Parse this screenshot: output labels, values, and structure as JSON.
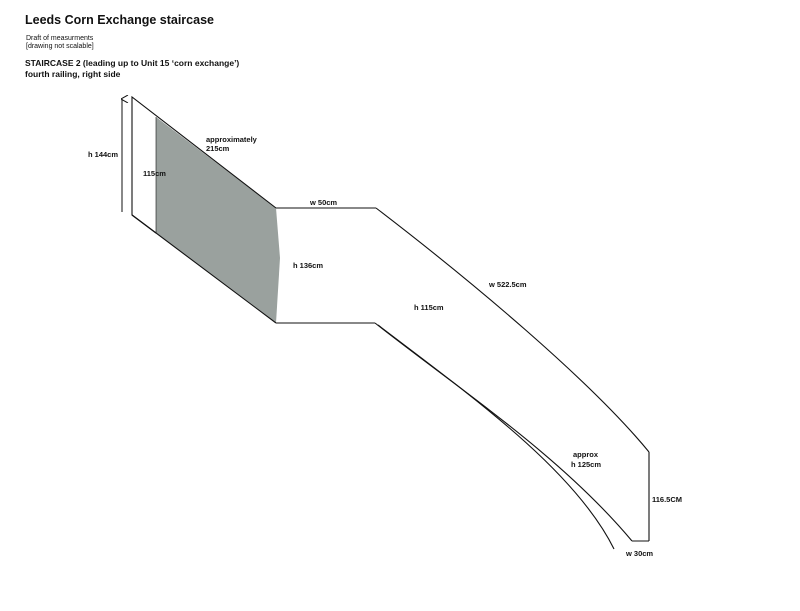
{
  "header": {
    "title": "Leeds Corn Exchange staircase",
    "subtitle_line1": "Draft of measurments",
    "subtitle_line2": "[drawing not scalable]",
    "heading_line1": "STAIRCASE 2 (leading up to Unit 15 ‘corn exchange’)",
    "heading_line2": "fourth railing, right side"
  },
  "labels": {
    "height_144": "h 144cm",
    "inner_115": "115cm",
    "diagonal_line1": "approximately",
    "diagonal_line2": "215cm",
    "width_50": "w 50cm",
    "height_136": "h 136cm",
    "width_522": "w 522.5cm",
    "height_115": "h 115cm",
    "approx_line1": "approx",
    "approx_line2": "h 125cm",
    "height_116": "116.5CM",
    "width_30": "w 30cm"
  },
  "colors": {
    "shaded_panel": "#9aa19e",
    "stroke": "#111111"
  }
}
